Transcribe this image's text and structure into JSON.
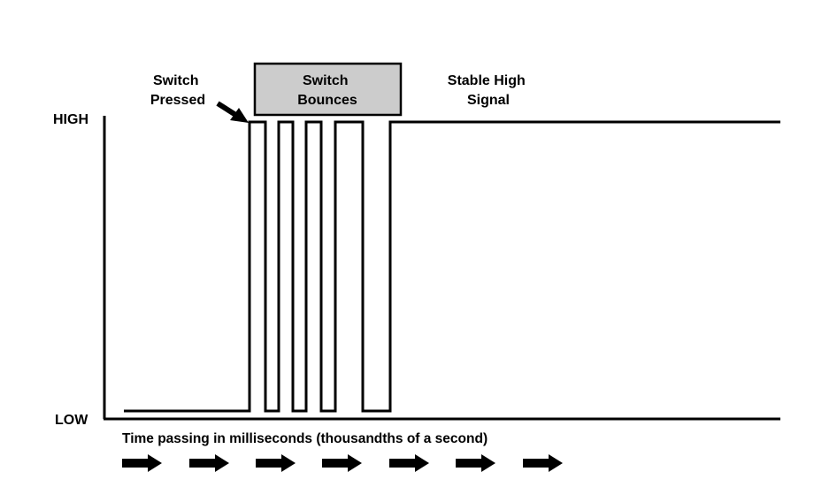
{
  "labels": {
    "high": "HIGH",
    "low": "LOW",
    "switch_pressed": [
      "Switch",
      "Pressed"
    ],
    "switch_bounces": [
      "Switch",
      "Bounces"
    ],
    "stable_high": [
      "Stable High",
      "Signal"
    ],
    "time_caption": "Time passing in milliseconds (thousandths of a second)"
  },
  "colors": {
    "line": "#000000",
    "box_fill": "#cccccc",
    "background": "#ffffff"
  },
  "signal": {
    "levels": [
      "low",
      "high",
      "low",
      "high",
      "low",
      "high",
      "low",
      "high",
      "low",
      "high"
    ],
    "description_icon": "right-arrow-icon"
  },
  "time_arrows": {
    "count": 7,
    "icon": "right-arrow-icon"
  }
}
